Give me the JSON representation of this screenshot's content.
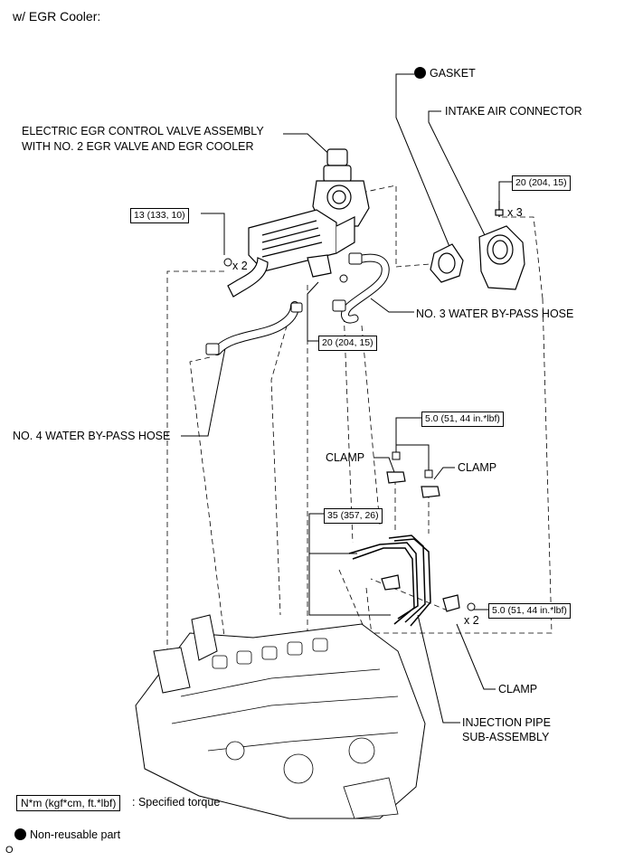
{
  "title": "w/ EGR Cooler:",
  "labels": {
    "gasket": "GASKET",
    "intake_air_connector": "INTAKE AIR CONNECTOR",
    "egr_valve_line1": "ELECTRIC EGR CONTROL VALVE ASSEMBLY",
    "egr_valve_line2": "WITH NO. 2 EGR VALVE AND EGR COOLER",
    "no3_hose": "NO. 3 WATER BY-PASS HOSE",
    "no4_hose": "NO. 4 WATER BY-PASS HOSE",
    "clamp_left": "CLAMP",
    "clamp_right": "CLAMP",
    "clamp_bottom": "CLAMP",
    "injection_pipe_line1": "INJECTION PIPE",
    "injection_pipe_line2": "SUB-ASSEMBLY"
  },
  "torques": {
    "t_13": "13 (133, 10)",
    "t_20_connector": "20 (204, 15)",
    "t_20_hose": "20 (204, 15)",
    "t_5_clamp": "5.0 (51, 44 in.*lbf)",
    "t_35": "35 (357, 26)",
    "t_5_bottom": "5.0 (51, 44 in.*lbf)"
  },
  "quantities": {
    "x3": "x 3",
    "x2_left": "x 2",
    "x2_bottom": "x 2"
  },
  "legend": {
    "torque_box": "N*m (kgf*cm, ft.*lbf)",
    "torque_text": ": Specified torque",
    "nonreusable_text": "Non-reusable part"
  },
  "footer_code": "O"
}
